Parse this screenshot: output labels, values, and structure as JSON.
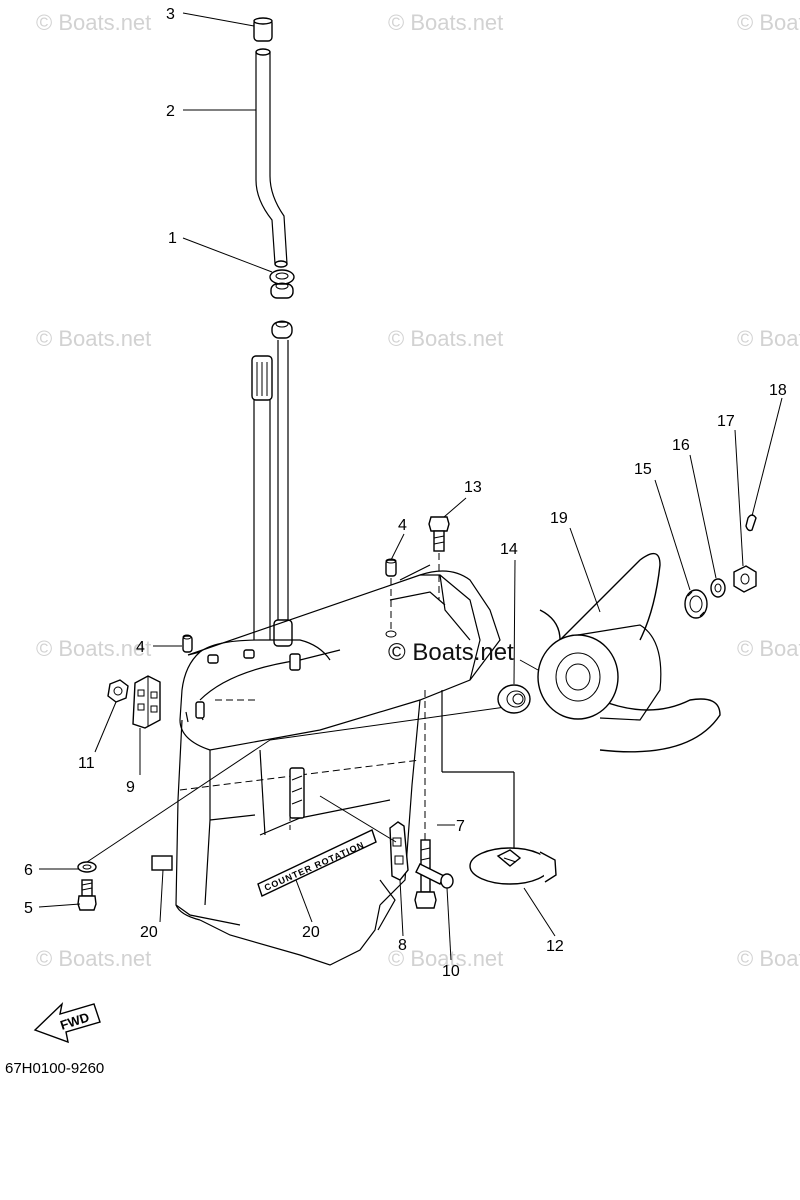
{
  "watermark": "© Boats.net",
  "center_watermark": "© Boats.net",
  "diagram_code": "67H0100-9260",
  "fwd_label": "FWD",
  "counter_rotation_label": "COUNTER ROTATION",
  "callouts": {
    "c1": "1",
    "c2": "2",
    "c3": "3",
    "c4a": "4",
    "c4b": "4",
    "c5": "5",
    "c6": "6",
    "c7": "7",
    "c8": "8",
    "c9": "9",
    "c10": "10",
    "c11": "11",
    "c12": "12",
    "c13": "13",
    "c14": "14",
    "c15": "15",
    "c16": "16",
    "c17": "17",
    "c18": "18",
    "c19": "19",
    "c20a": "20",
    "c20b": "20"
  }
}
